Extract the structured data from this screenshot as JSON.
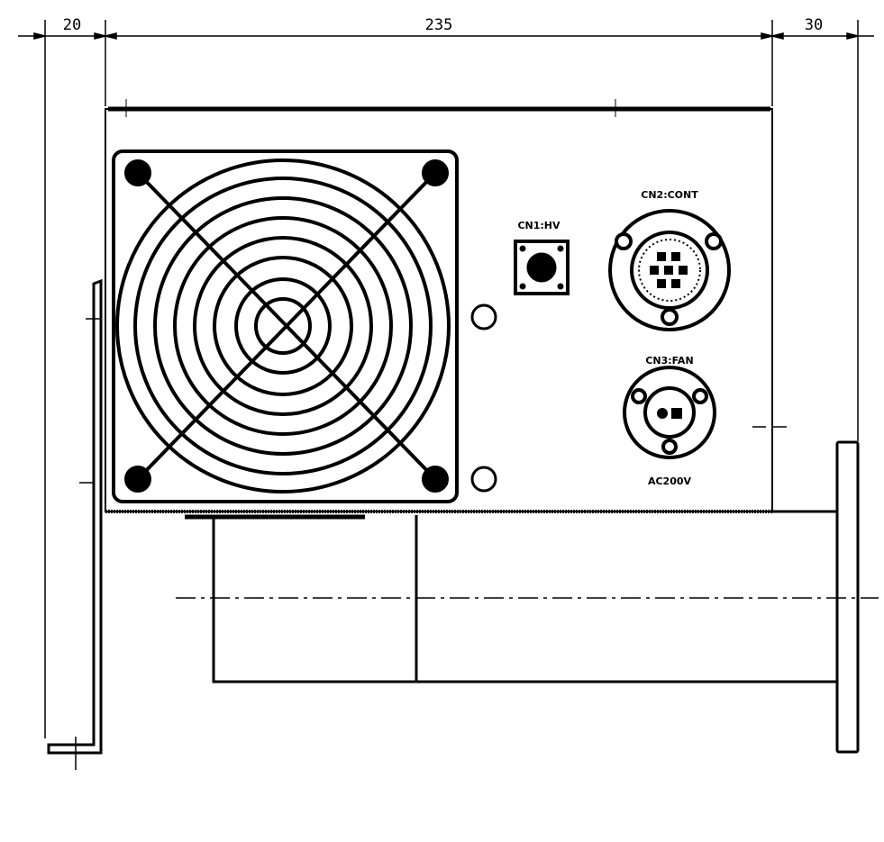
{
  "dimensions": {
    "left": "20",
    "center": "235",
    "right": "30"
  },
  "connectors": {
    "cn1": "CN1:HV",
    "cn2": "CN2:CONT",
    "cn3": "CN3:FAN",
    "power": "AC200V"
  },
  "colors": {
    "line": "#000000",
    "background": "#ffffff"
  }
}
